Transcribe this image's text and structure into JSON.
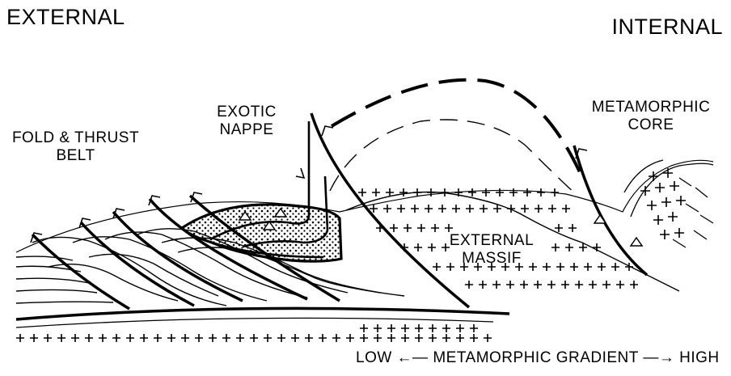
{
  "labels": {
    "external": "EXTERNAL",
    "internal": "INTERNAL",
    "fold_thrust_belt": "FOLD & THRUST\nBELT",
    "exotic_nappe": "EXOTIC\nNAPPE",
    "metamorphic_core": "METAMORPHIC\nCORE",
    "external_massif": "EXTERNAL\nMASSIF",
    "gradient": "LOW ←— METAMORPHIC GRADIENT —→ HIGH"
  }
}
